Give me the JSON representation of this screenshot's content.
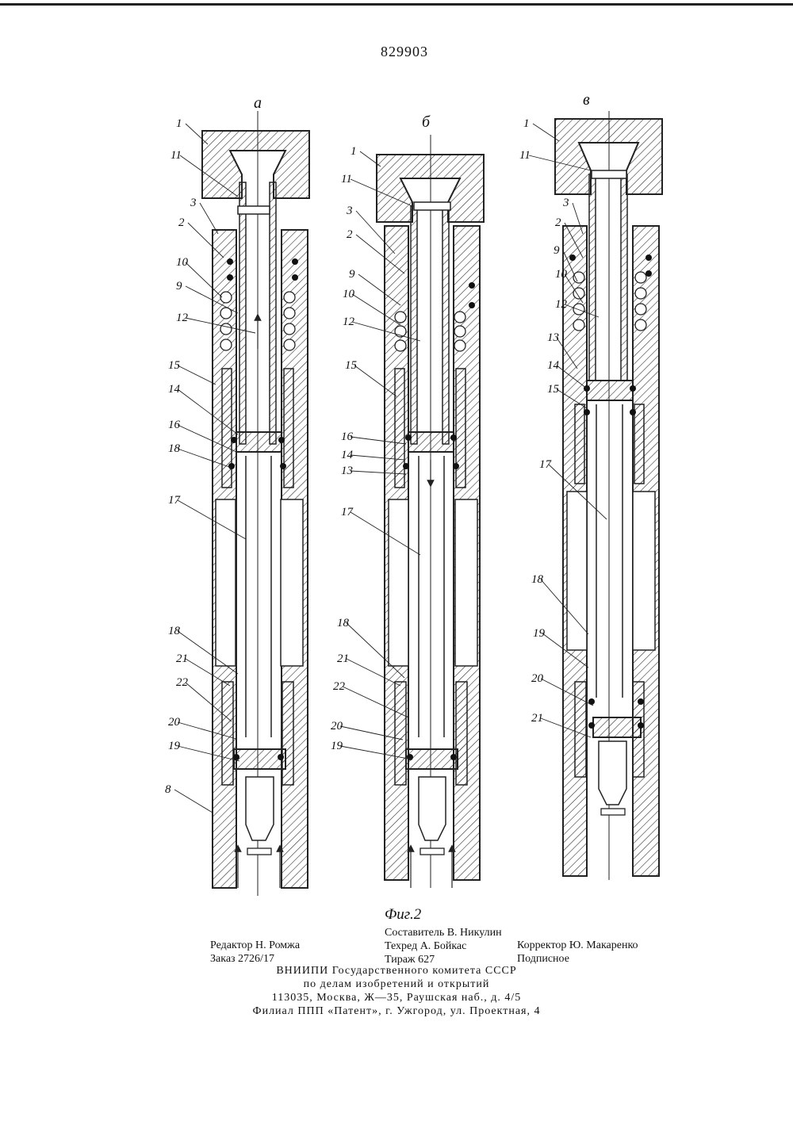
{
  "header": {
    "patent_number": "829903"
  },
  "figure": {
    "views": [
      {
        "letter": "а",
        "labels": [
          "1",
          "11",
          "3",
          "2",
          "10",
          "9",
          "12",
          "15",
          "14",
          "16",
          "18",
          "17",
          "18",
          "21",
          "22",
          "20",
          "19",
          "8"
        ]
      },
      {
        "letter": "б",
        "labels": [
          "1",
          "11",
          "3",
          "2",
          "9",
          "10",
          "12",
          "15",
          "16",
          "14",
          "13",
          "17",
          "18",
          "21",
          "22",
          "20",
          "19"
        ]
      },
      {
        "letter": "в",
        "labels": [
          "1",
          "11",
          "3",
          "2",
          "9",
          "10",
          "12",
          "13",
          "14",
          "15",
          "17",
          "18",
          "19",
          "20",
          "21"
        ]
      }
    ],
    "caption": "Фиг.2"
  },
  "imprint": {
    "compiler": "Составитель В. Никулин",
    "editor": "Редактор Н. Ромжа",
    "techred": "Техред А. Бойкас",
    "corrector": "Корректор Ю. Макаренко",
    "order": "Заказ 2726/17",
    "circulation": "Тираж 627",
    "subscription": "Подписное",
    "org_line1": "ВНИИПИ Государственного комитета СССР",
    "org_line2": "по делам изобретений и открытий",
    "org_line3": "113035, Москва, Ж—35, Раушская наб., д. 4/5",
    "branch": "Филиал ППП «Патент», г. Ужгород, ул. Проектная, 4"
  }
}
